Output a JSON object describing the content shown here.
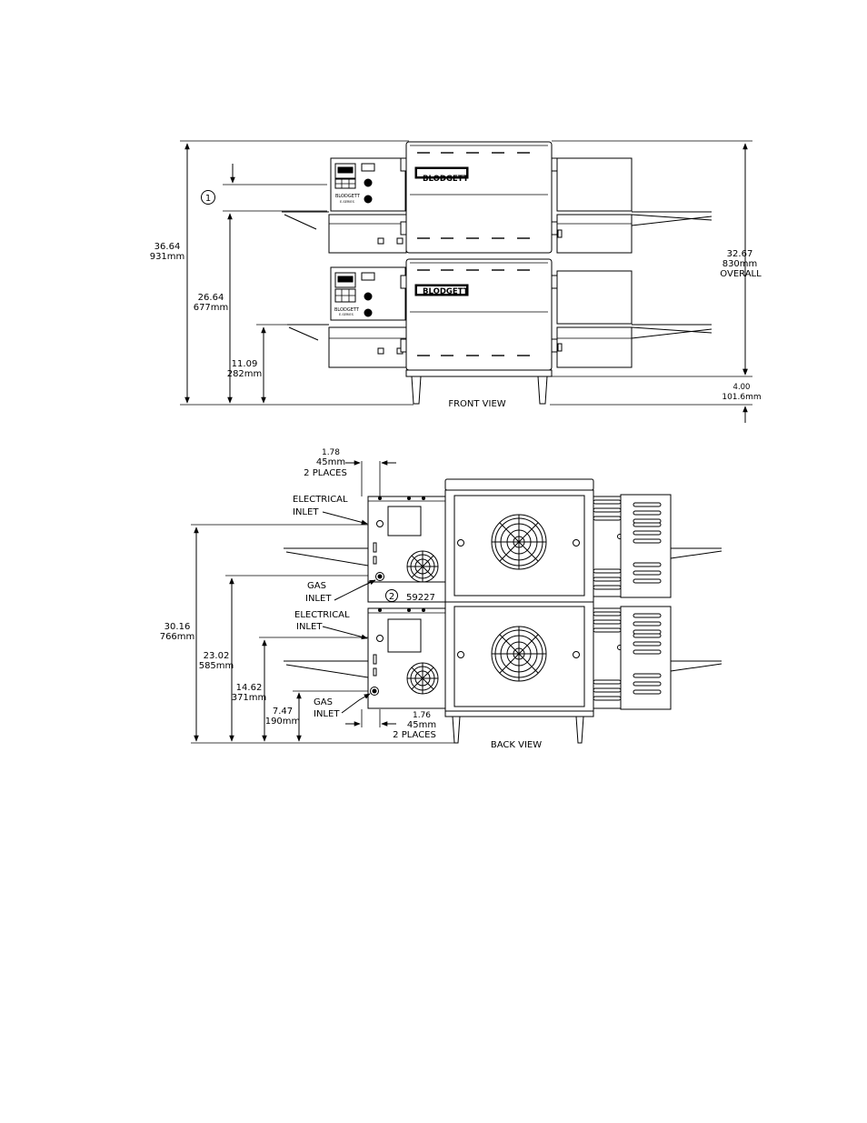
{
  "front_view": {
    "label": "FRONT VIEW",
    "brand": "BLODGETT",
    "panel_brand": "BLODGETT",
    "panel_model": "E-SERIES",
    "callout_1": "1",
    "dim_height_in": "36.64",
    "dim_height_mm": "931mm",
    "dim_upper_conv_in": "26.64",
    "dim_upper_conv_mm": "677mm",
    "dim_lower_conv_in": "11.09",
    "dim_lower_conv_mm": "282mm",
    "dim_overall_in": "32.67",
    "dim_overall_mm": "830mm",
    "dim_overall_word": "OVERALL",
    "dim_legs_in": "4.00",
    "dim_legs_mm": "101.6mm"
  },
  "back_view": {
    "label": "BACK VIEW",
    "top_offset_in": "1.78",
    "top_offset_mm": "45mm",
    "top_offset_places": "2 PLACES",
    "elec_inlet_top_1": "ELECTRICAL",
    "elec_inlet_top_2": "INLET",
    "gas_inlet_top_1": "GAS",
    "gas_inlet_top_2": "INLET",
    "callout_2": "2",
    "part_number": "59227",
    "elec_inlet_bot_1": "ELECTRICAL",
    "elec_inlet_bot_2": "INLET",
    "gas_inlet_bot_1": "GAS",
    "gas_inlet_bot_2": "INLET",
    "bottom_offset_in": "1.76",
    "bottom_offset_mm": "45mm",
    "bottom_offset_places": "2 PLACES",
    "dim_elec_top_in": "30.16",
    "dim_elec_top_mm": "766mm",
    "dim_gas_top_in": "23.02",
    "dim_gas_top_mm": "585mm",
    "dim_elec_bot_in": "14.62",
    "dim_elec_bot_mm": "371mm",
    "dim_gas_bot_in": "7.47",
    "dim_gas_bot_mm": "190mm"
  }
}
